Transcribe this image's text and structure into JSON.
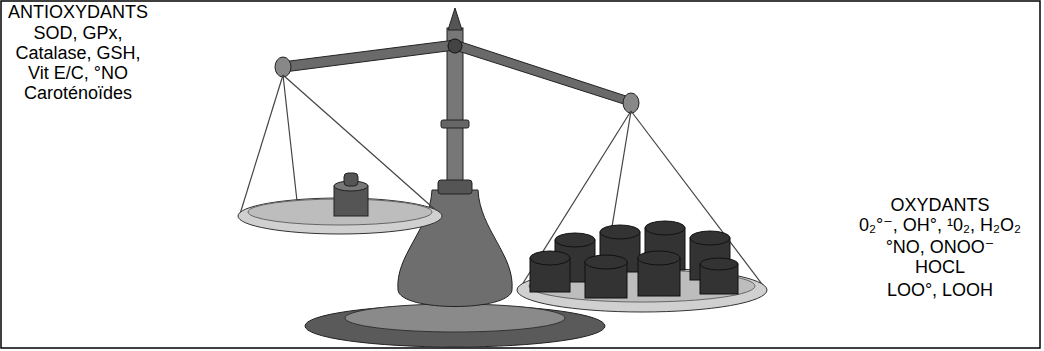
{
  "diagram": {
    "labels": [
      "ANTIOXYDANTS",
      "SOD, GPx,",
      "Catalase, GSH,",
      "Vit E/C, °NO",
      "Caroténoïdes",
      "OXYDANTS",
      "0₂°⁻, OH°, ¹0₂, H₂O₂",
      "°NO, ONOO⁻",
      "HOCL",
      "LOO°, LOOH"
    ]
  }
}
